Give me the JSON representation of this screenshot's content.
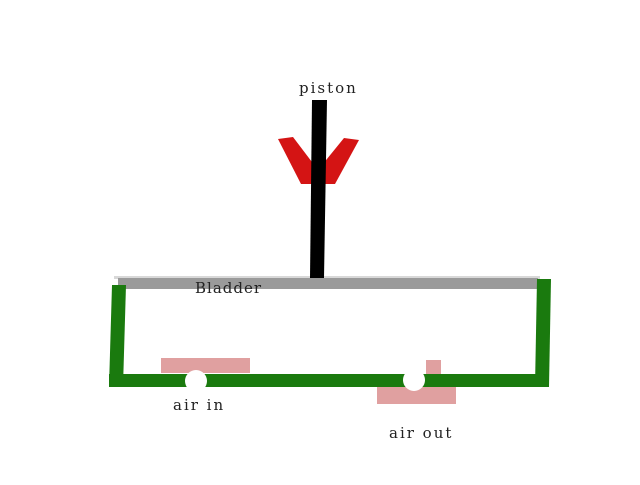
{
  "diagram": {
    "labels": {
      "piston": "piston",
      "bladder": "Bladder",
      "air_in": "air in",
      "air_out": "air out"
    },
    "colors": {
      "background": "#ffffff",
      "piston_rod": "#000000",
      "piston_valves": "#d41414",
      "bladder": "#9a9a9a",
      "pipe": "#1a7a0e",
      "valve_flaps": "#e0a0a0",
      "ports": "#ffffff",
      "text": "#222222"
    },
    "components": [
      "piston",
      "bladder",
      "pipe-loop",
      "air-in-port",
      "air-out-port"
    ]
  }
}
